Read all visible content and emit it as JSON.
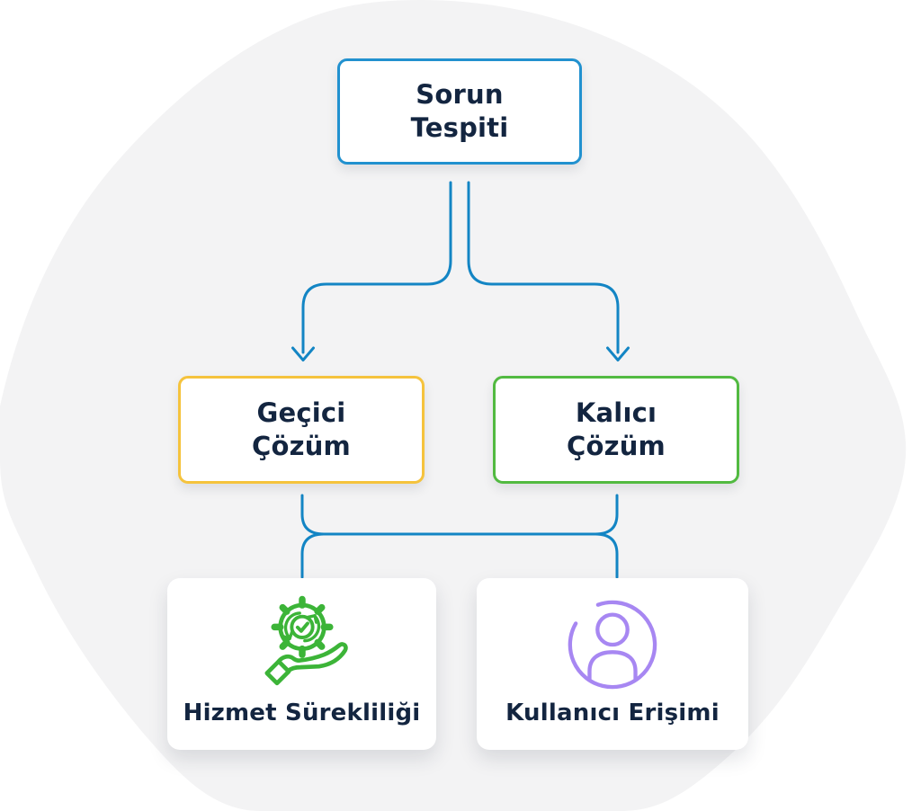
{
  "diagram": {
    "title_hint": "problem-resolution-flowchart",
    "root": {
      "lines": [
        "Sorun",
        "Tespiti"
      ],
      "border_color": "#2191cf"
    },
    "branches": [
      {
        "id": "temporary-solution",
        "lines": [
          "Geçici",
          "Çözüm"
        ],
        "border_color": "#f5c33d"
      },
      {
        "id": "permanent-solution",
        "lines": [
          "Kalıcı",
          "Çözüm"
        ],
        "border_color": "#52ba41"
      }
    ],
    "outcomes": [
      {
        "id": "service-continuity",
        "label": "Hizmet Sürekliliği",
        "icon": "gear-in-hand-icon",
        "icon_color": "#3cb438"
      },
      {
        "id": "user-access",
        "label": "Kullanıcı Erişimi",
        "icon": "user-circle-icon",
        "icon_color": "#a787f2"
      }
    ],
    "colors": {
      "connector_blue": "#1385c4",
      "text_navy": "#132540",
      "background_blob_gray": "#f3f3f4",
      "page_background": "#ffffff"
    }
  }
}
